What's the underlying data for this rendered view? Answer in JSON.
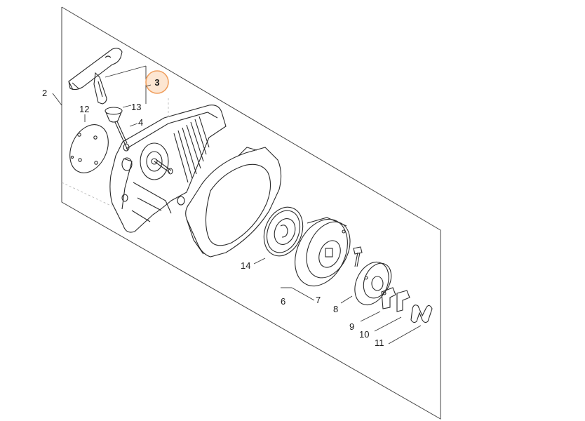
{
  "diagram": {
    "highlighted_part": "3",
    "highlight_color": "#f0a060",
    "highlight_fill": "#fde6d2",
    "labels": {
      "p2": "2",
      "p3": "3",
      "p4": "4",
      "p6": "6",
      "p7": "7",
      "p8": "8",
      "p9": "9",
      "p10": "10",
      "p11": "11",
      "p12": "12",
      "p13": "13",
      "p14": "14"
    }
  }
}
